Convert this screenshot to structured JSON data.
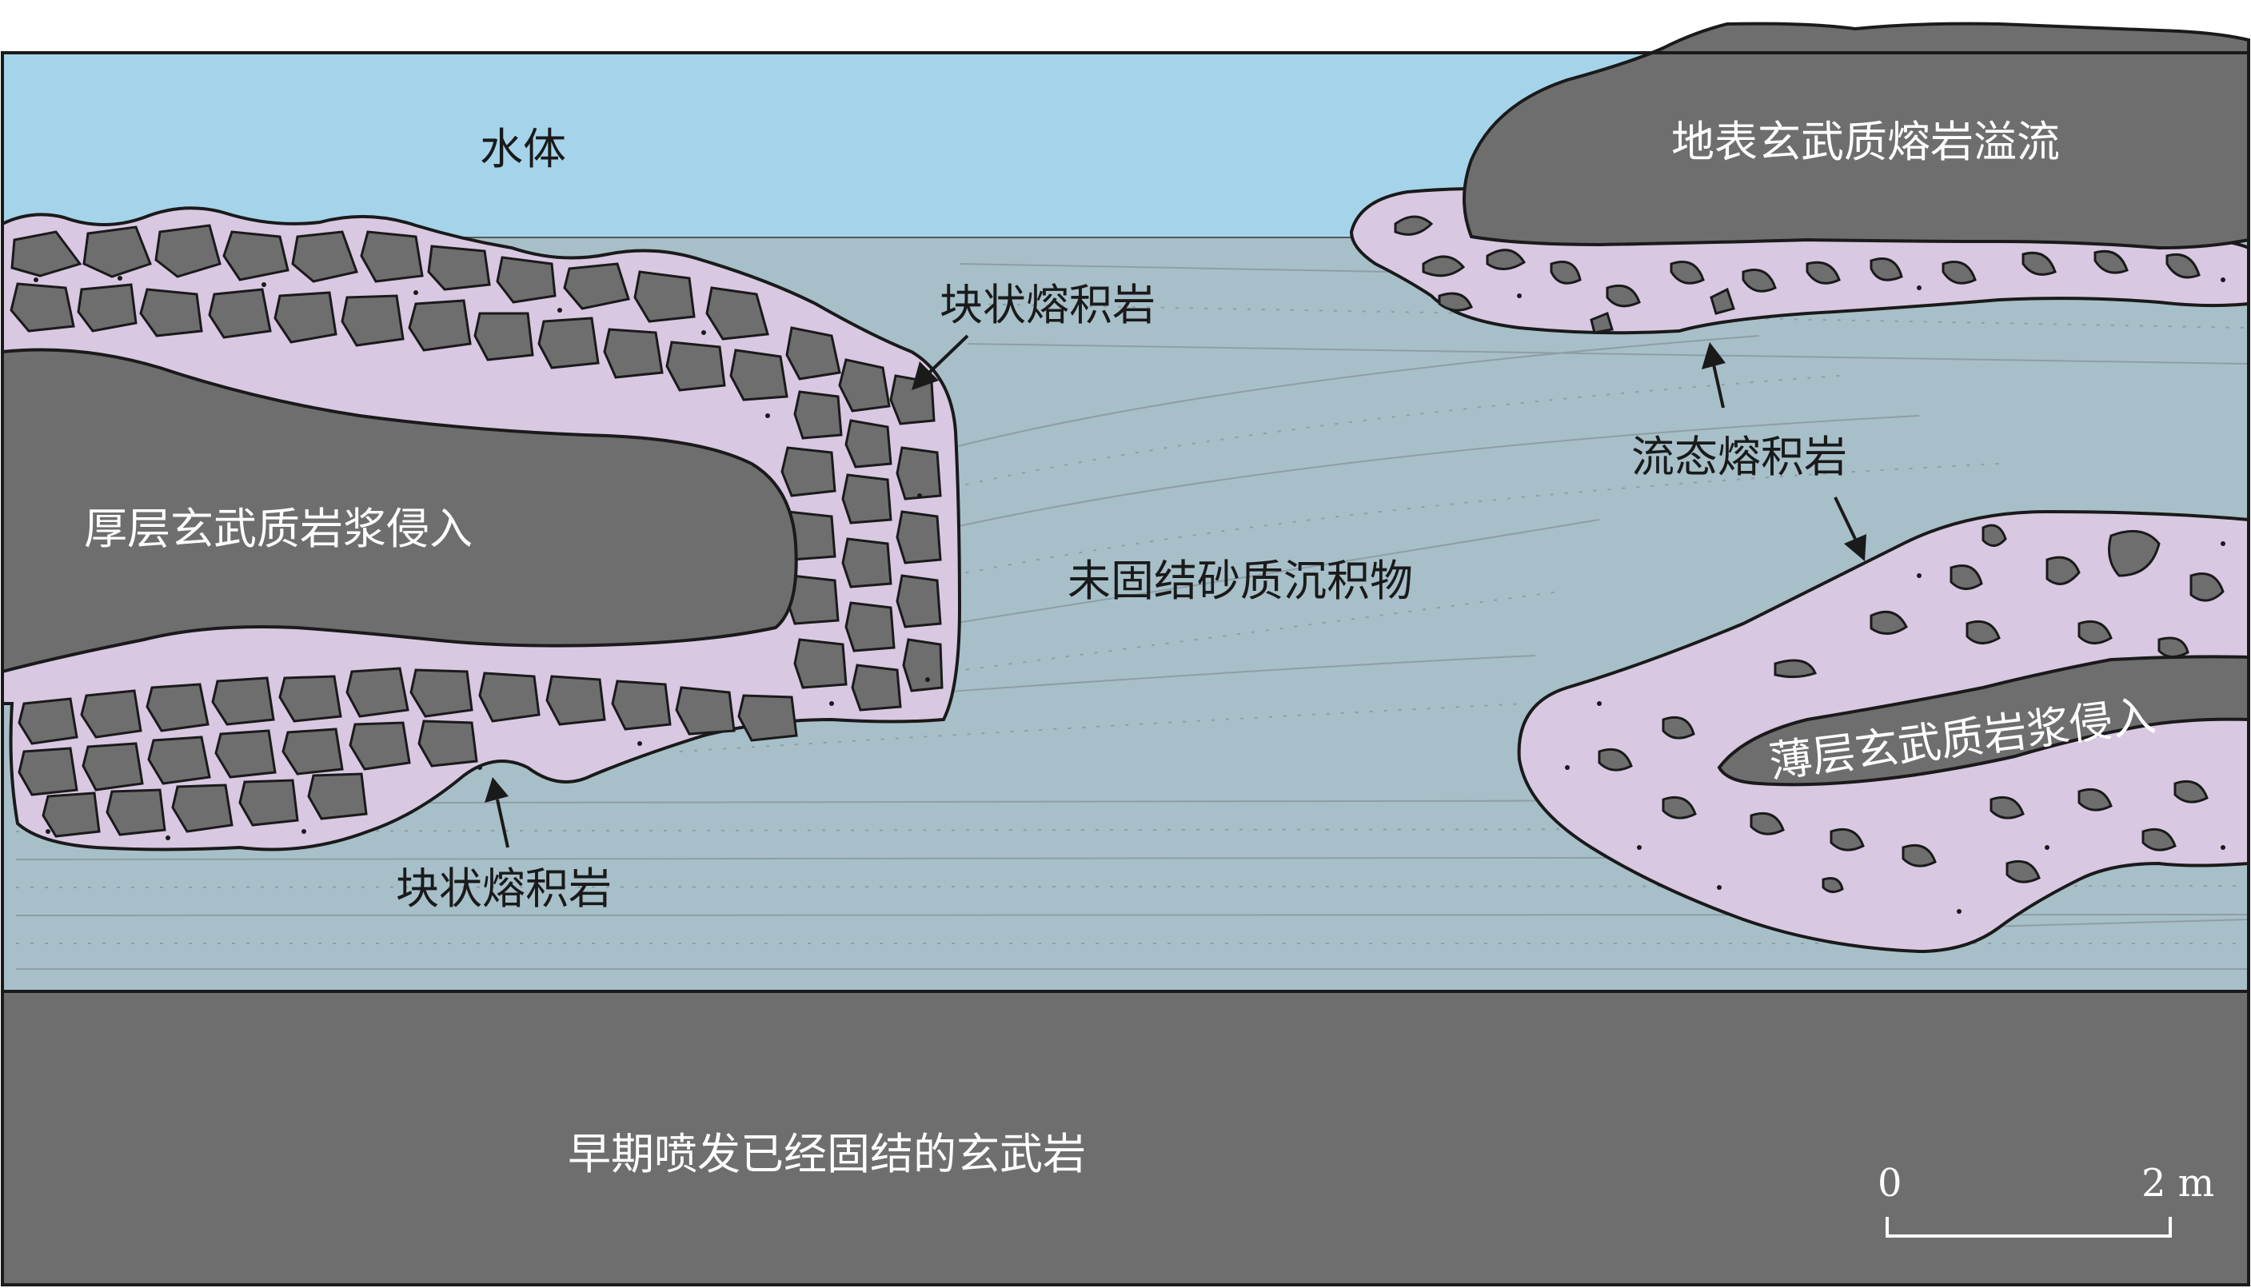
{
  "labels": {
    "water": "水体",
    "surface_lava_flow": "地表玄武质熔岩溢流",
    "blocky_peperite": "块状熔积岩",
    "fluidal_peperite": "流态熔积岩",
    "thick_intrusion": "厚层玄武质岩浆侵入",
    "unconsolidated_sediment": "未固结砂质沉积物",
    "thin_intrusion": "薄层玄武质岩浆侵入",
    "early_basalt": "早期喷发已经固结的玄武岩"
  },
  "scale_bar": {
    "start": "0",
    "end": "2 m"
  },
  "colors": {
    "water": "#a5d4ea",
    "sediment": "#a7bfc8",
    "basalt": "#6e6e6e",
    "peperite_matrix": "#d8c8e2",
    "outline": "#1a1a1a"
  }
}
